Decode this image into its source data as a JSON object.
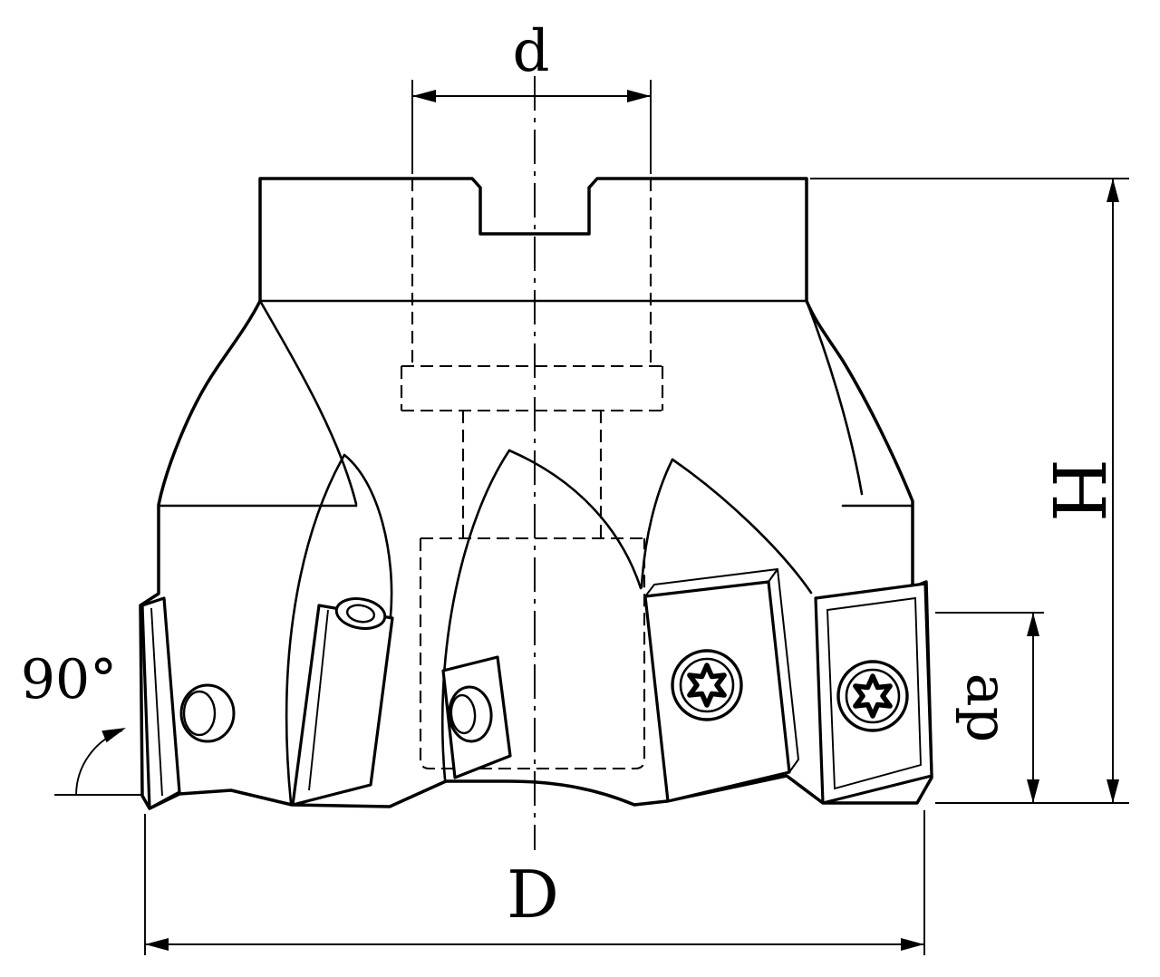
{
  "drawing": {
    "type": "technical-drawing",
    "subject": "90-degree indexable face milling cutter, front view with section details",
    "labels": {
      "top_diameter": "d",
      "overall_height": "H",
      "depth_of_cut": "ap",
      "cutter_diameter": "D",
      "entering_angle": "90°"
    },
    "colors": {
      "ink": "#000000",
      "paper": "#ffffff"
    }
  }
}
